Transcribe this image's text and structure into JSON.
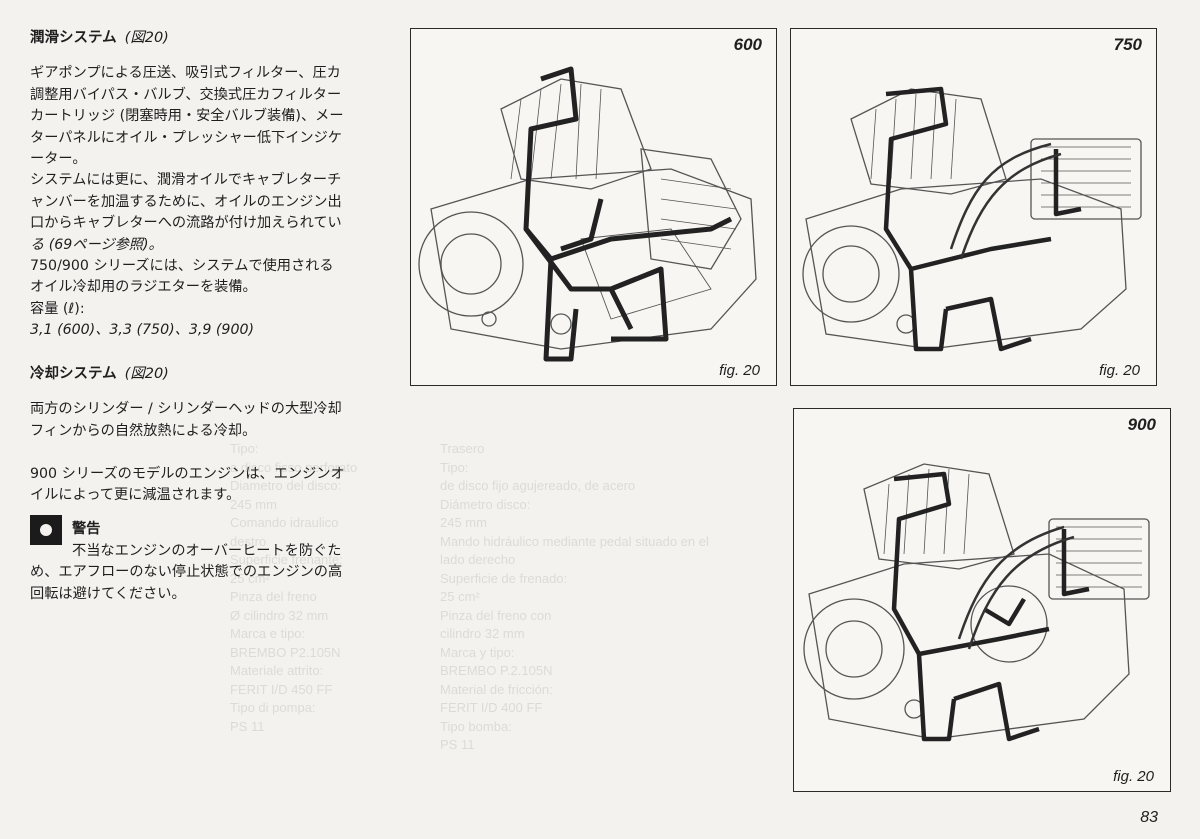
{
  "left_column": {
    "lubrication": {
      "heading": "潤滑システム",
      "fig_ref": "(図20)",
      "lines": [
        "ギアポンプによる圧送、吸引式フィルター、圧カ",
        "調整用バイパス・バルブ、交換式圧カフィルター",
        "カートリッジ (閉塞時用・安全バルブ装備)、メー",
        "ターパネルにオイル・プレッシャー低下インジケ",
        "ーター。",
        "システムには更に、潤滑オイルでキャブレターチ",
        "ャンバーを加温するために、オイルのエンジン出",
        "口からキャブレターへの流路が付け加えられてい",
        "る (69ページ参照)。",
        "750/900 シリーズには、システムで使用される",
        "オイル冷却用のラジエターを装備。",
        "容量 (ℓ):",
        "3,1 (600)、3,3 (750)、3,9 (900)"
      ]
    },
    "cooling": {
      "heading": "冷却システム",
      "fig_ref": "(図20)",
      "para1": [
        "両方のシリンダー / シリンダーヘッドの大型冷却",
        "フィンからの自然放熱による冷却。"
      ],
      "para2": [
        "900 シリーズのモデルのエンジンは、エンジンオ",
        "イルによって更に減温されます。"
      ]
    },
    "warning": {
      "title": "警告",
      "lines": [
        "不当なエンジンのオーバーヒートを防ぐた",
        "め、エアフローのない停止状態でのエンジンの高",
        "回転は避けてください。"
      ]
    }
  },
  "figures": [
    {
      "model": "600",
      "caption": "fig. 20"
    },
    {
      "model": "750",
      "caption": "fig. 20"
    },
    {
      "model": "900",
      "caption": "fig. 20"
    }
  ],
  "page_number": "83"
}
